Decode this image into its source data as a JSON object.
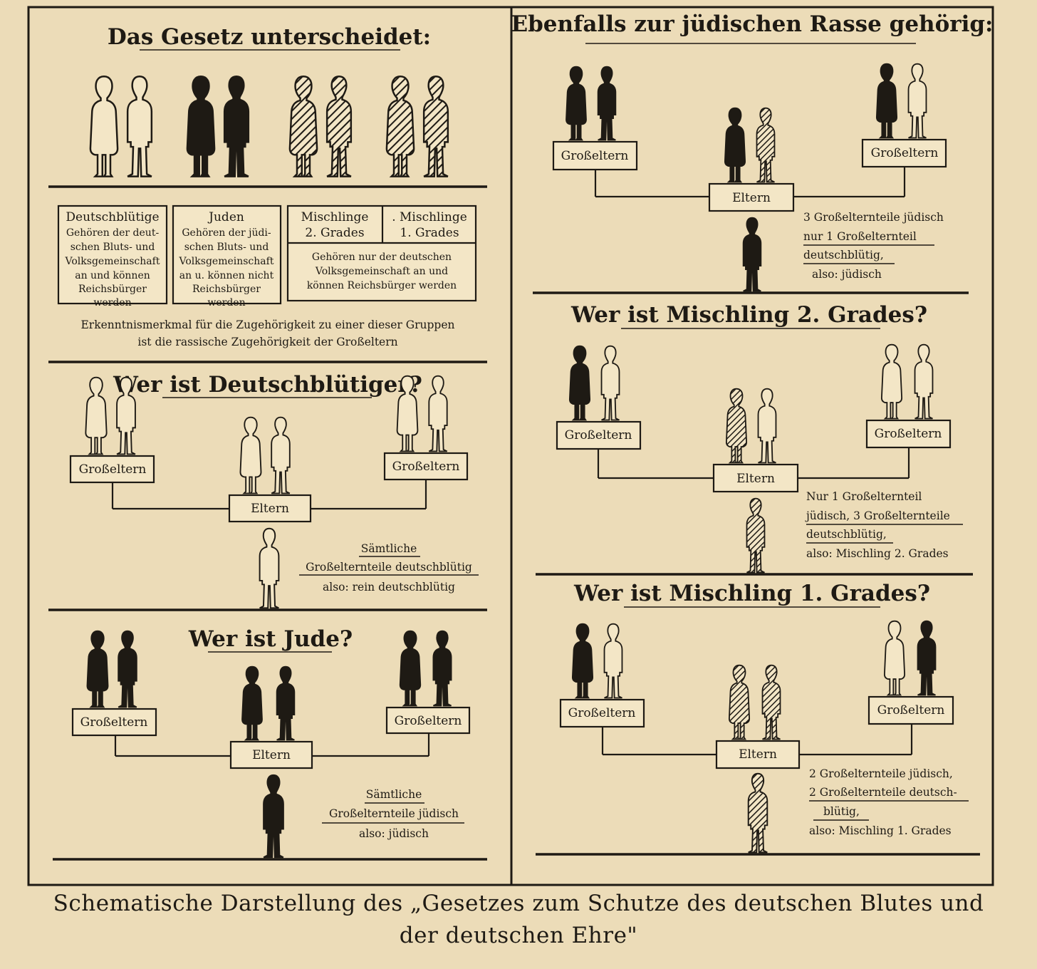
{
  "panels": {
    "law": {
      "title": "Das Gesetz unterscheidet:",
      "groups": [
        {
          "name": "Deutschblütige",
          "lines": [
            "Gehören der deut-",
            "schen Bluts- und",
            "Volksgemeinschaft",
            "an und können",
            "Reichsbürger",
            "werden"
          ]
        },
        {
          "name": "Juden",
          "lines": [
            "Gehören der jüdi-",
            "schen Bluts- und",
            "Volksgemeinschaft",
            "an u. können nicht",
            "Reichsbürger",
            "werden"
          ]
        },
        {
          "name_lines": [
            "Mischlinge",
            "2. Grades"
          ]
        },
        {
          "name_lines": [
            ". Mischlinge",
            "1. Grades"
          ]
        }
      ],
      "mixed_note": [
        "Gehören nur der deutschen",
        "Volksgemeinschaft an und",
        "können Reichsbürger werden"
      ],
      "criterion": [
        "Erkenntnismerkmal für die Zugehörigkeit zu einer dieser Gruppen",
        "ist die rassische Zugehörigkeit der Großeltern"
      ]
    },
    "german": {
      "title": "Wer ist Deutschblütiger?",
      "grandparents_left": "Großeltern",
      "grandparents_right": "Großeltern",
      "parents": "Eltern",
      "note": [
        "Sämtliche",
        "Großelternteile deutschblütig",
        "also: rein deutschblütig"
      ]
    },
    "jew": {
      "title": "Wer ist Jude?",
      "grandparents_left": "Großeltern",
      "grandparents_right": "Großeltern",
      "parents": "Eltern",
      "note": [
        "Sämtliche",
        "Großelternteile jüdisch",
        "also: jüdisch"
      ]
    },
    "also_jewish": {
      "title": "Ebenfalls zur jüdischen Rasse gehörig:",
      "grandparents_left": "Großeltern",
      "grandparents_right": "Großeltern",
      "parents": "Eltern",
      "note": [
        "3 Großelternteile jüdisch",
        "nur 1 Großelternteil",
        "deutschblütig,",
        "also: jüdisch"
      ]
    },
    "mischling2": {
      "title": "Wer ist Mischling 2. Grades?",
      "grandparents_left": "Großeltern",
      "grandparents_right": "Großeltern",
      "parents": "Eltern",
      "note": [
        "Nur 1 Großelternteil",
        "jüdisch, 3 Großelternteile",
        "deutschblütig,",
        "also: Mischling 2. Grades"
      ]
    },
    "mischling1": {
      "title": "Wer ist Mischling 1. Grades?",
      "grandparents_left": "Großeltern",
      "grandparents_right": "Großeltern",
      "parents": "Eltern",
      "note": [
        "2 Großelternteile jüdisch,",
        "2 Großelternteile deutsch-",
        "blütig,",
        "also: Mischling 1. Grades"
      ]
    }
  },
  "caption": [
    "Schematische Darstellung des „Gesetzes zum Schutze des deutschen Blutes und",
    "der deutschen Ehre\""
  ],
  "colors": {
    "paper": "#ecdcb8",
    "ink": "#1e1a14"
  }
}
